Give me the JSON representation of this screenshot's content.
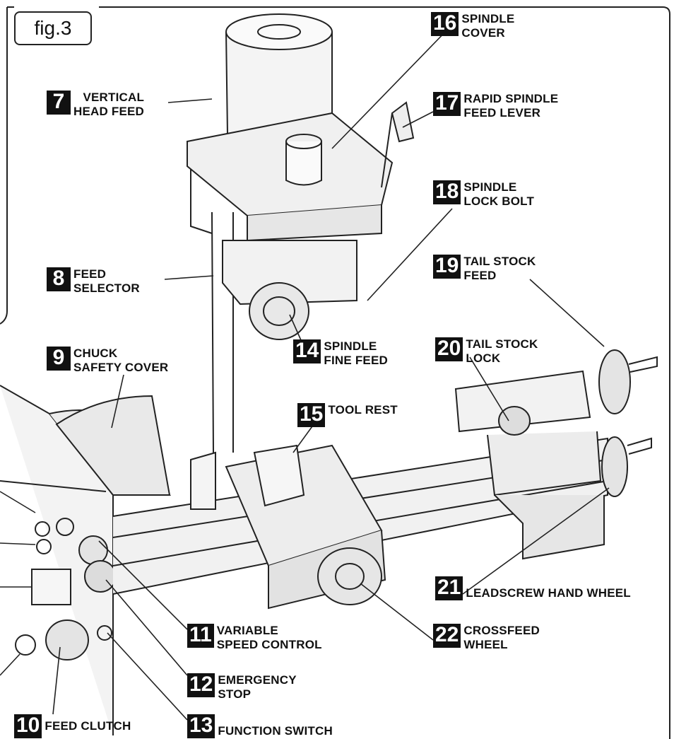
{
  "figure_label": "fig.3",
  "callouts": [
    {
      "id": "7",
      "label": "VERTICAL\nHEAD FEED"
    },
    {
      "id": "8",
      "label": "FEED\nSELECTOR"
    },
    {
      "id": "9",
      "label": "CHUCK\nSAFETY COVER"
    },
    {
      "id": "10",
      "label": "FEED CLUTCH"
    },
    {
      "id": "11",
      "label": "VARIABLE\nSPEED CONTROL"
    },
    {
      "id": "12",
      "label": "EMERGENCY\nSTOP"
    },
    {
      "id": "13",
      "label": "FUNCTION SWITCH"
    },
    {
      "id": "14",
      "label": "SPINDLE\nFINE FEED"
    },
    {
      "id": "15",
      "label": "TOOL REST"
    },
    {
      "id": "16",
      "label": "SPINDLE\nCOVER"
    },
    {
      "id": "17",
      "label": "RAPID SPINDLE\nFEED LEVER"
    },
    {
      "id": "18",
      "label": "SPINDLE\nLOCK BOLT"
    },
    {
      "id": "19",
      "label": "TAIL STOCK\nFEED"
    },
    {
      "id": "20",
      "label": "TAIL STOCK\nLOCK"
    },
    {
      "id": "21",
      "label": "LEADSCREW HAND WHEEL"
    },
    {
      "id": "22",
      "label": "CROSSFEED\nWHEEL"
    }
  ]
}
